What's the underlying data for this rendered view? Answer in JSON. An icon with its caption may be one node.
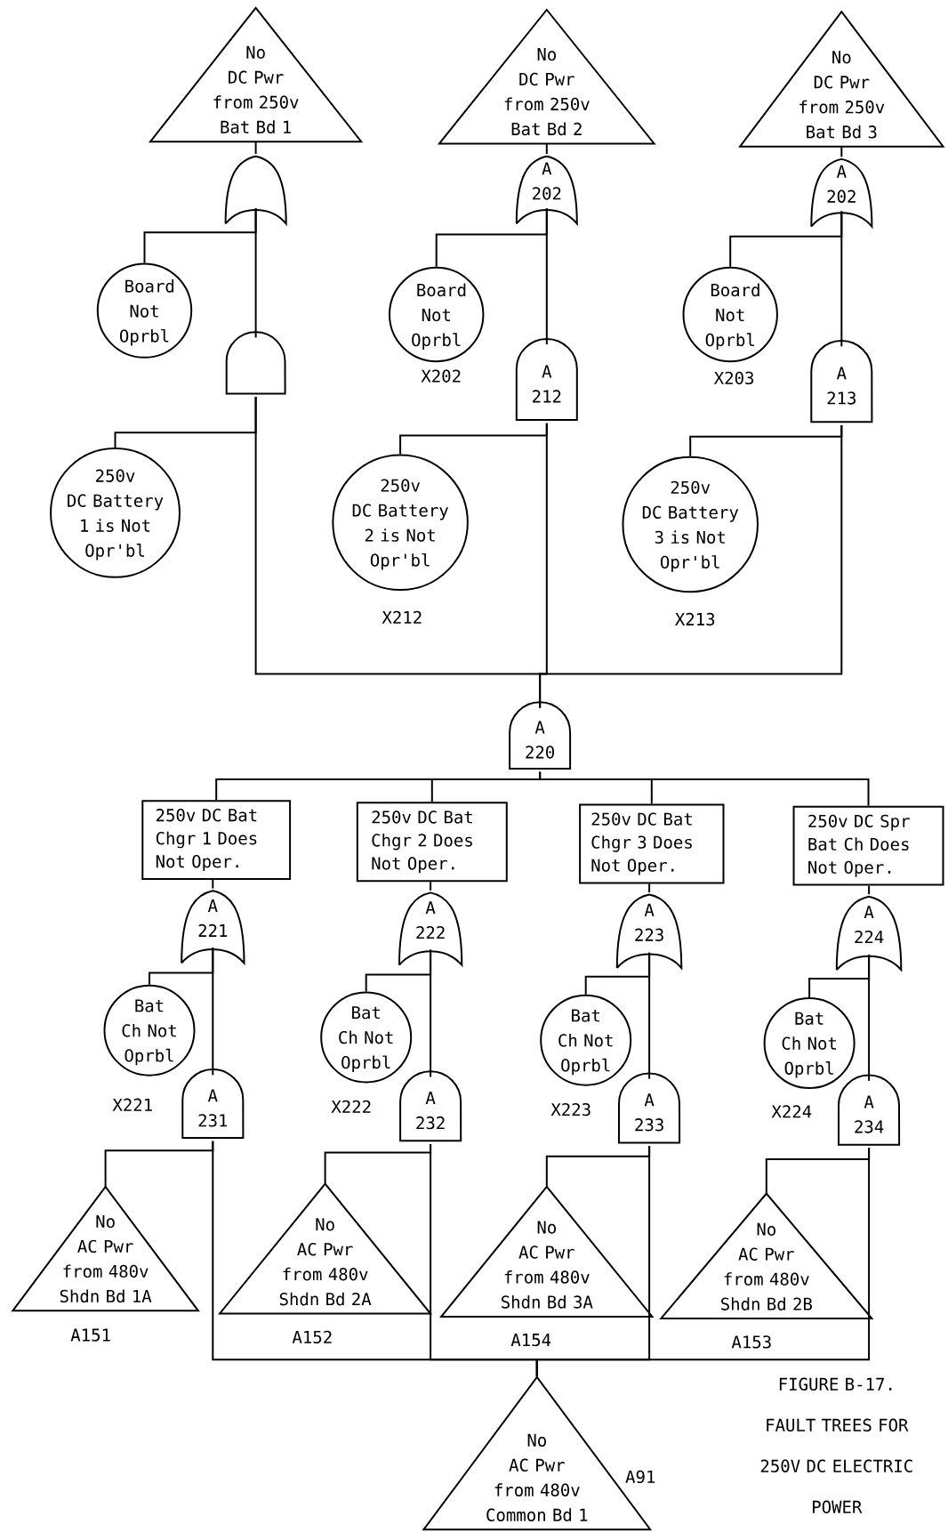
{
  "diagram": {
    "caption": "FIGURE B-17. FAULT TREES FOR 250V DC ELECTRIC POWER",
    "nodes": [
      {
        "text": [
          "No DC Pwr from 250v Bat Bd 1"
        ]
      },
      {
        "text": [
          "No DC Pwr from 250v Bat Bd 2"
        ]
      },
      {
        "text": [
          "No DC Pwr from 250v Bat Bd 3"
        ]
      },
      {
        "text": [],
        "shape": "gate"
      },
      {
        "text": [
          "A 202"
        ]
      },
      {
        "text": [
          "A 202"
        ]
      },
      {
        "text": [
          "Board Not Oprbl"
        ]
      },
      {
        "text": [
          "Board Not Oprbl"
        ],
        "beside": [
          "X202"
        ]
      },
      {
        "text": [
          "Board Not Oprbl"
        ],
        "beside": [
          "X203"
        ]
      },
      {
        "text": [],
        "shape": "gate"
      },
      {
        "text": [
          "A 212"
        ]
      },
      {
        "text": [
          "A 213"
        ]
      },
      {
        "text": [
          "250v DC Battery 1 is Not Opr'bl"
        ]
      },
      {
        "text": [
          "250v DC Battery 2 is Not Opr'bl"
        ],
        "beside": [
          "X212"
        ]
      },
      {
        "text": [
          "250v DC Battery 3 is Not Opr'bl"
        ],
        "beside": [
          "X213"
        ]
      },
      {
        "text": [
          "A 220"
        ]
      },
      {
        "text": [
          "250v DC Bat Chgr 1 Does Not Oper."
        ]
      },
      {
        "text": [
          "250v DC Bat Chgr 2 Does Not Oper."
        ]
      },
      {
        "text": [
          "250v DC Bat Chgr 3 Does Not Oper."
        ]
      },
      {
        "text": [
          "250v DC Spr Bat Ch Does Not Oper."
        ]
      },
      {
        "text": [
          "A 221"
        ]
      },
      {
        "text": [
          "A 222"
        ]
      },
      {
        "text": [
          "A 223"
        ]
      },
      {
        "text": [
          "A 224"
        ]
      },
      {
        "text": [
          "Bat Ch Not Oprbl"
        ],
        "beside": [
          "X221"
        ]
      },
      {
        "text": [
          "Bat Ch Not Oprbl"
        ],
        "beside": [
          "X222"
        ]
      },
      {
        "text": [
          "Bat Ch Not Oprbl"
        ],
        "beside": [
          "X223"
        ]
      },
      {
        "text": [
          "Bat Ch Not Oprbl"
        ],
        "beside": [
          "X224"
        ]
      },
      {
        "text": [
          "A 231"
        ]
      },
      {
        "text": [
          "A 232"
        ]
      },
      {
        "text": [
          "A 233"
        ]
      },
      {
        "text": [
          "A 234"
        ]
      },
      {
        "text": [
          "No AC Pwr from 480v Shdn Bd 1A"
        ],
        "beside": [
          "A151"
        ]
      },
      {
        "text": [
          "No AC Pwr from 480v Shdn Bd 2A"
        ],
        "beside": [
          "A152"
        ]
      },
      {
        "text": [
          "No AC Pwr from 480v Shdn Bd 3A"
        ],
        "beside": [
          "A154"
        ]
      },
      {
        "text": [
          "No AC Pwr from 480v Shdn Bd 2B"
        ],
        "beside": [
          "A153"
        ]
      },
      {
        "text": [
          "No AC Pwr from 480v Common Bd 1"
        ],
        "beside": [
          "A91"
        ]
      }
    ],
    "edges": [
      {
        "from": 0,
        "to": 3,
        "arrow": "none"
      },
      {
        "from": 3,
        "to": 6,
        "arrow": "none"
      },
      {
        "from": 3,
        "to": 9,
        "arrow": "none"
      },
      {
        "from": 9,
        "to": 12,
        "arrow": "none"
      },
      {
        "from": 9,
        "to": 15,
        "arrow": "none"
      },
      {
        "from": 1,
        "to": 4,
        "arrow": "none"
      },
      {
        "from": 4,
        "to": 7,
        "arrow": "none"
      },
      {
        "from": 4,
        "to": 10,
        "arrow": "none"
      },
      {
        "from": 10,
        "to": 13,
        "arrow": "none"
      },
      {
        "from": 10,
        "to": 15,
        "arrow": "none"
      },
      {
        "from": 2,
        "to": 5,
        "arrow": "none"
      },
      {
        "from": 5,
        "to": 8,
        "arrow": "none"
      },
      {
        "from": 5,
        "to": 11,
        "arrow": "none"
      },
      {
        "from": 11,
        "to": 14,
        "arrow": "none"
      },
      {
        "from": 11,
        "to": 15,
        "arrow": "none"
      },
      {
        "from": 15,
        "to": 16,
        "arrow": "none"
      },
      {
        "from": 15,
        "to": 17,
        "arrow": "none"
      },
      {
        "from": 15,
        "to": 18,
        "arrow": "none"
      },
      {
        "from": 15,
        "to": 19,
        "arrow": "none"
      },
      {
        "from": 16,
        "to": 20,
        "arrow": "none"
      },
      {
        "from": 20,
        "to": 24,
        "arrow": "none"
      },
      {
        "from": 20,
        "to": 28,
        "arrow": "none"
      },
      {
        "from": 28,
        "to": 32,
        "arrow": "none"
      },
      {
        "from": 28,
        "to": 36,
        "arrow": "none"
      },
      {
        "from": 17,
        "to": 21,
        "arrow": "none"
      },
      {
        "from": 21,
        "to": 25,
        "arrow": "none"
      },
      {
        "from": 21,
        "to": 29,
        "arrow": "none"
      },
      {
        "from": 29,
        "to": 33,
        "arrow": "none"
      },
      {
        "from": 29,
        "to": 36,
        "arrow": "none"
      },
      {
        "from": 18,
        "to": 22,
        "arrow": "none"
      },
      {
        "from": 22,
        "to": 26,
        "arrow": "none"
      },
      {
        "from": 22,
        "to": 30,
        "arrow": "none"
      },
      {
        "from": 30,
        "to": 34,
        "arrow": "none"
      },
      {
        "from": 30,
        "to": 36,
        "arrow": "none"
      },
      {
        "from": 19,
        "to": 23,
        "arrow": "none"
      },
      {
        "from": 23,
        "to": 27,
        "arrow": "none"
      },
      {
        "from": 23,
        "to": 31,
        "arrow": "none"
      },
      {
        "from": 31,
        "to": 35,
        "arrow": "none"
      },
      {
        "from": 31,
        "to": 36,
        "arrow": "none"
      }
    ]
  }
}
